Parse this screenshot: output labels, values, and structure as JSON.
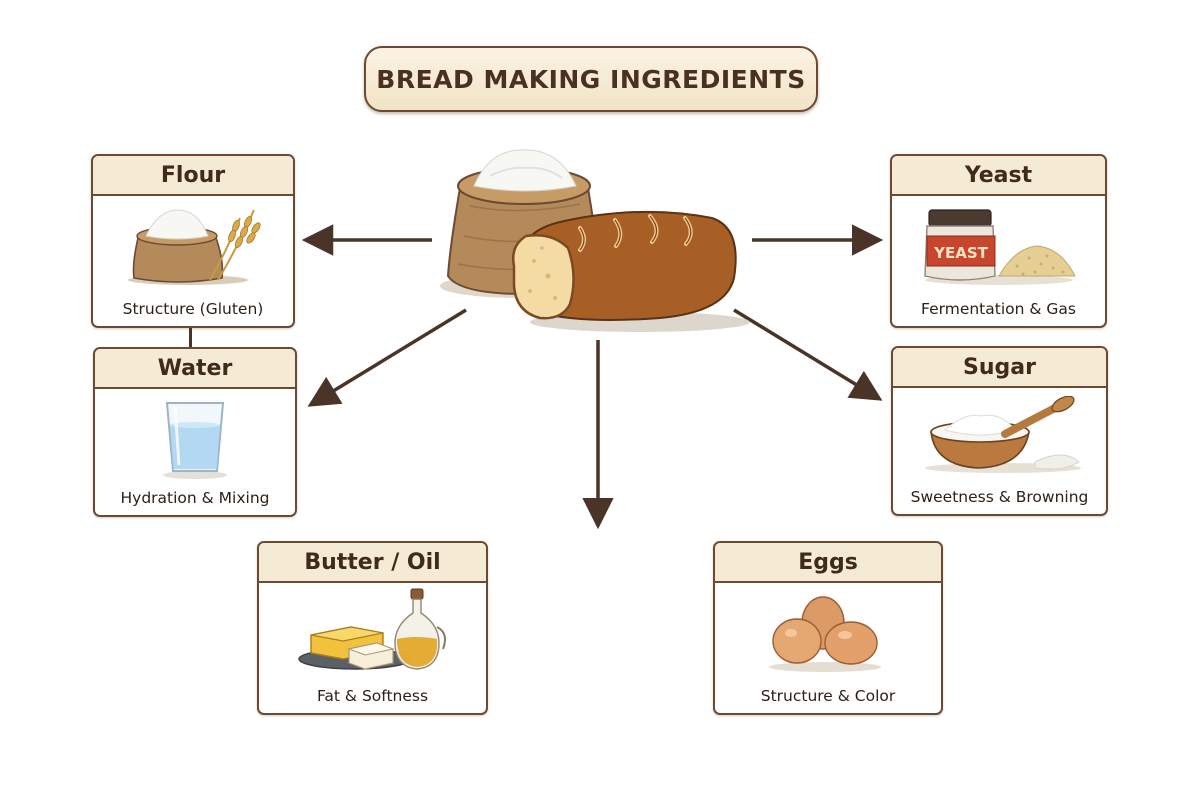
{
  "title": "BREAD MAKING INGREDIENTS",
  "colors": {
    "border": "#6b4a33",
    "header_bg": "#f5ead4",
    "arrow": "#4a3428",
    "title_bg": "#f5ead4"
  },
  "center": {
    "icons": [
      "flour-sack-icon",
      "bread-loaf-icon"
    ]
  },
  "ingredients": {
    "flour": {
      "name": "Flour",
      "role": "Structure (Gluten)",
      "icon": "flour-wheat-icon"
    },
    "water": {
      "name": "Water",
      "role": "Hydration & Mixing",
      "icon": "water-glass-icon"
    },
    "butter": {
      "name": "Butter / Oil",
      "role": "Fat & Softness",
      "icon": "butter-oil-icon"
    },
    "eggs": {
      "name": "Eggs",
      "role": "Structure & Color",
      "icon": "eggs-icon"
    },
    "yeast": {
      "name": "Yeast",
      "role": "Fermentation & Gas",
      "icon": "yeast-jar-icon",
      "jar_label": "YEAST"
    },
    "sugar": {
      "name": "Sugar",
      "role": "Sweetness & Browning",
      "icon": "sugar-bowl-icon"
    }
  }
}
